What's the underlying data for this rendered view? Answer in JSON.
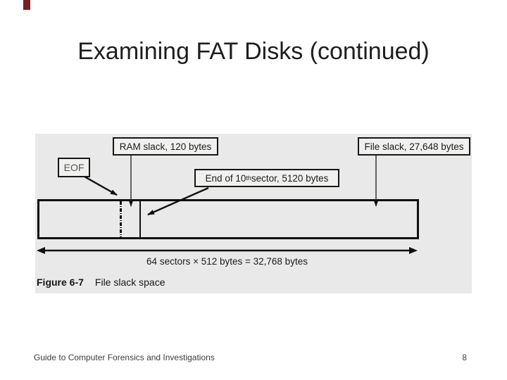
{
  "slide": {
    "title": "Examining FAT Disks (continued)",
    "footer": {
      "left": "Guide to Computer Forensics and Investigations",
      "page_number": "8"
    },
    "accent_color": "#7a1e25"
  },
  "figure": {
    "caption_label": "Figure 6-7",
    "caption_text": "File slack space",
    "background_color": "#e9e9e9",
    "labels": {
      "ram_slack": "RAM slack, 120 bytes",
      "file_slack": "File slack, 27,648 bytes",
      "eof": "EOF",
      "end_sector_prefix": "End of 10",
      "end_sector_sup": "th",
      "end_sector_suffix": " sector, 5120 bytes"
    },
    "measure_text": "64 sectors × 512 bytes = 32,768 bytes"
  }
}
